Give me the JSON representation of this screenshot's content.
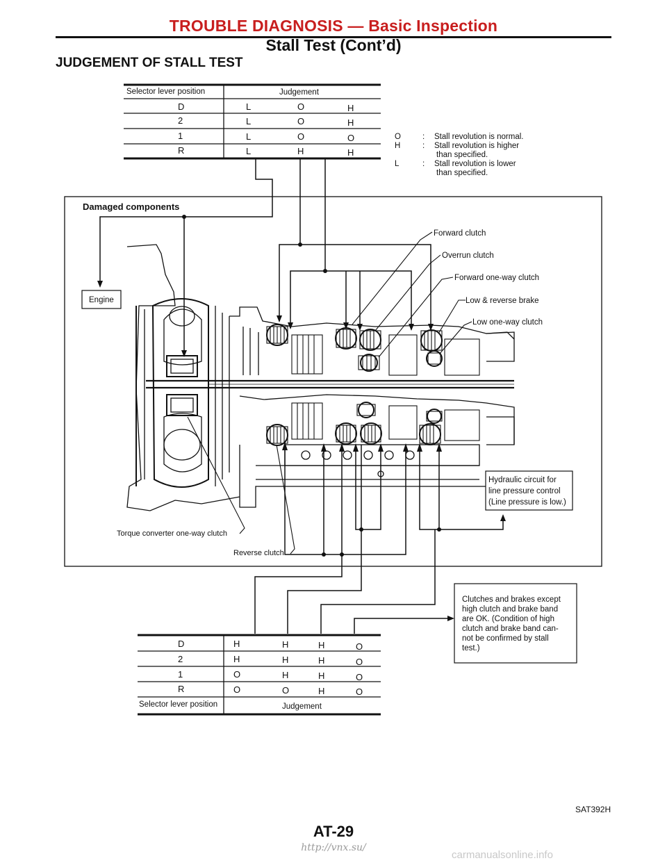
{
  "header": {
    "line1": "TROUBLE DIAGNOSIS — Basic Inspection",
    "line2": "Stall Test (Cont’d)"
  },
  "section_title": "JUDGEMENT OF STALL TEST",
  "top_table": {
    "col_header_position": "Selector lever position",
    "col_header_judgement": "Judgement",
    "rows": [
      {
        "pos": "D",
        "v": [
          "L",
          "O",
          "H"
        ]
      },
      {
        "pos": "2",
        "v": [
          "L",
          "O",
          "H"
        ]
      },
      {
        "pos": "1",
        "v": [
          "L",
          "O",
          "O"
        ]
      },
      {
        "pos": "R",
        "v": [
          "L",
          "H",
          "H"
        ]
      }
    ]
  },
  "legend": [
    {
      "key": "O",
      "sep": ":",
      "text": "Stall revolution is normal.",
      "cont": ""
    },
    {
      "key": "H",
      "sep": ":",
      "text": "Stall revolution is higher",
      "cont": "than specified."
    },
    {
      "key": "L",
      "sep": ":",
      "text": "Stall revolution is lower",
      "cont": "than specified."
    }
  ],
  "diagram": {
    "damaged_title": "Damaged components",
    "engine": "Engine",
    "components": [
      "Forward clutch",
      "Overrun clutch",
      "Forward one-way clutch",
      "Low & reverse brake",
      "Low one-way clutch"
    ],
    "hydraulic": [
      "Hydraulic circuit for",
      "line pressure control",
      "(Line pressure is low.)"
    ],
    "torque_converter": "Torque converter one-way clutch",
    "reverse_clutch": "Reverse clutch",
    "note": [
      "Clutches and brakes except",
      "high clutch and brake band",
      "are OK. (Condition of high",
      "clutch and brake band can-",
      "not be confirmed by stall",
      "test.)"
    ]
  },
  "bottom_table": {
    "col_header_position": "Selector lever position",
    "col_header_judgement": "Judgement",
    "rows": [
      {
        "pos": "D",
        "v": [
          "H",
          "H",
          "H",
          "O"
        ]
      },
      {
        "pos": "2",
        "v": [
          "H",
          "H",
          "H",
          "O"
        ]
      },
      {
        "pos": "1",
        "v": [
          "O",
          "H",
          "H",
          "O"
        ]
      },
      {
        "pos": "R",
        "v": [
          "O",
          "O",
          "H",
          "O"
        ]
      }
    ]
  },
  "figure_id": "SAT392H",
  "page_number": "AT-29",
  "page_url": "http://vnx.su/",
  "watermark": "carmanualsonline.info"
}
